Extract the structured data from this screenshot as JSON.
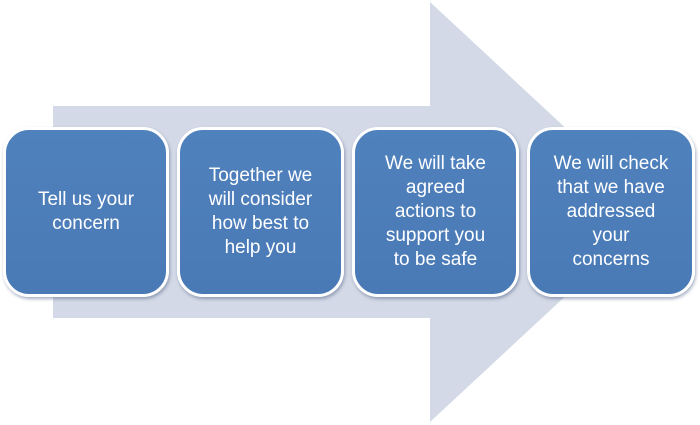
{
  "colors": {
    "arrow": "#d3d9e6",
    "box_fill": "#4f81bd",
    "box_border": "#ffffff",
    "text": "#ffffff"
  },
  "steps": [
    {
      "text": "Tell us your\nconcern"
    },
    {
      "text": "Together we\nwill consider\nhow best to\nhelp you"
    },
    {
      "text": "We will take\nagreed\nactions to\nsupport you\nto be safe"
    },
    {
      "text": "We will check\nthat we have\naddressed\nyour\nconcerns"
    }
  ]
}
